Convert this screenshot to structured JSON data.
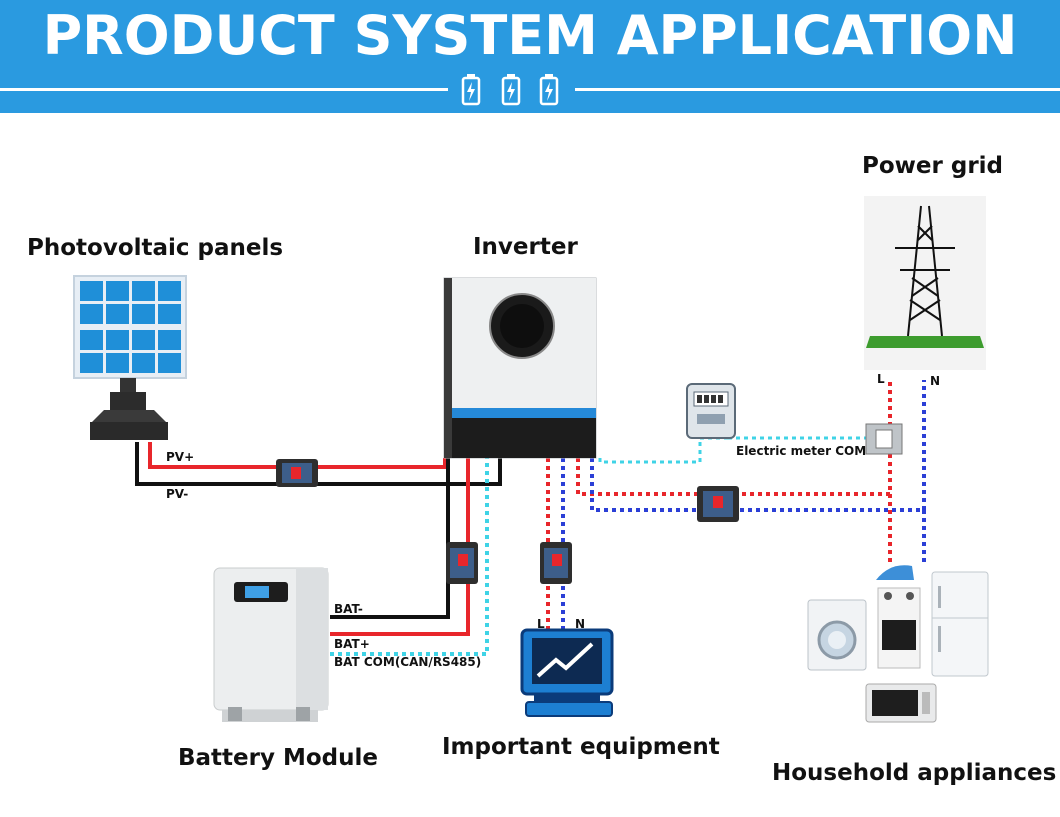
{
  "banner": {
    "title": "PRODUCT SYSTEM APPLICATION",
    "color": "#2a9ae0",
    "icons": [
      "battery-charging-icon",
      "battery-charging-icon",
      "battery-charging-icon"
    ]
  },
  "nodes": {
    "pv_panels": "Photovoltaic panels",
    "inverter": "Inverter",
    "power_grid": "Power grid",
    "battery": "Battery Module",
    "important_equipment": "Important equipment",
    "household": "Household appliances"
  },
  "wire_labels": {
    "pv_plus": "PV+",
    "pv_minus": "PV-",
    "bat_minus": "BAT-",
    "bat_plus": "BAT+",
    "bat_com": "BAT COM(CAN/RS485)",
    "meter_com": "Electric meter COM",
    "grid_l": "L",
    "grid_n": "N",
    "eq_l": "L",
    "eq_n": "N"
  },
  "colors": {
    "line_live": "#e8262b",
    "line_neutral": "#2b3fd6",
    "line_dc_neg": "#111111",
    "comm_line": "#3fd3e6"
  }
}
